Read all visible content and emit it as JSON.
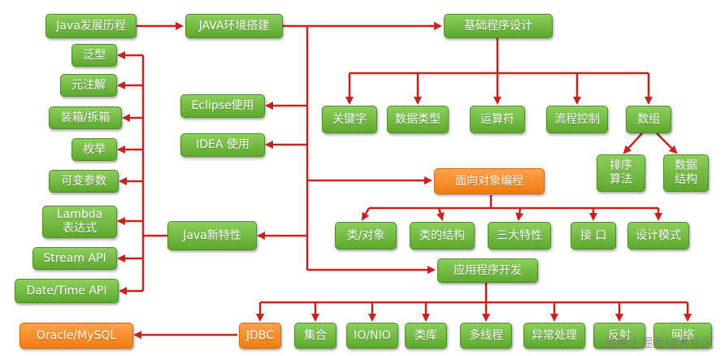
{
  "nodes": {
    "java_history": "Java发展历程",
    "java_env": "JAVA环境搭建",
    "basic_programming": "基础程序设计",
    "generics": "泛型",
    "annotation": "元注解",
    "boxing": "装箱/拆箱",
    "enum": "枚举",
    "varargs": "可变参数",
    "lambda": "Lambda\n表达式",
    "stream_api": "Stream API",
    "datetime_api": "Date/Time API",
    "eclipse": "Eclipse使用",
    "idea": "IDEA 使用",
    "keyword": "关键字",
    "data_type": "数据类型",
    "operator": "运算符",
    "flow_control": "流程控制",
    "array": "数组",
    "sort_algorithm": "排序\n算法",
    "data_structure": "数据\n结构",
    "oop": "面向对象编程",
    "class_object": "类/对象",
    "class_structure": "类的结构",
    "three_features": "三大特性",
    "interface": "接 口",
    "design_pattern": "设计模式",
    "java_new_features": "Java新特性",
    "app_development": "应用程序开发",
    "jdbc": "JDBC",
    "collection": "集合",
    "io_nio": "IO/NIO",
    "class_library": "类库",
    "multithreading": "多线程",
    "exception": "异常处理",
    "reflection": "反射",
    "network": "网络",
    "oracle_mysql": "Oracle/MySQL"
  },
  "watermark": "@稀土掘金技术社区",
  "colors": {
    "green": "#6bb33b",
    "orange": "#f58a1f",
    "connector": "#c9211e"
  }
}
